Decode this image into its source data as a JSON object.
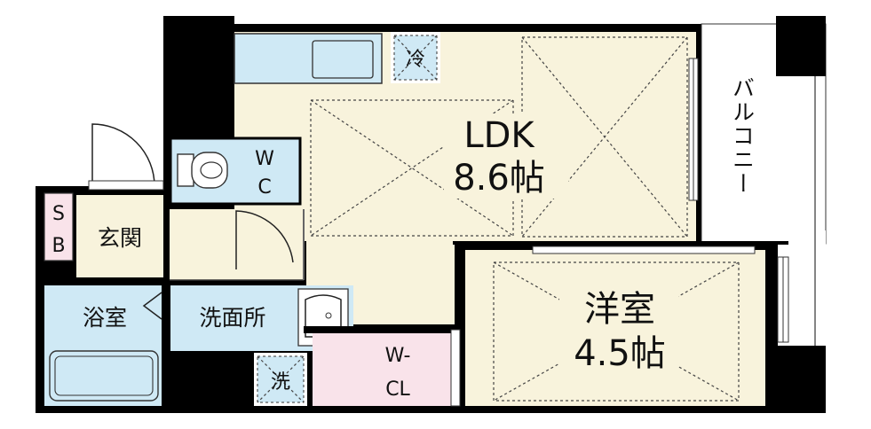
{
  "rooms": {
    "ldk": {
      "name": "LDK",
      "size": "8.6帖"
    },
    "western": {
      "name": "洋室",
      "size": "4.5帖"
    },
    "balcony": {
      "name": "バルコニー"
    },
    "wc": {
      "line1": "W",
      "line2": "C"
    },
    "entrance": {
      "name": "玄関"
    },
    "shoe_box": {
      "line1": "S",
      "line2": "B"
    },
    "bath": {
      "name": "浴室"
    },
    "washroom": {
      "name": "洗面所"
    },
    "wcl": {
      "line1": "W-",
      "line2": "CL"
    },
    "fridge": {
      "label": "冷"
    },
    "washer": {
      "label": "洗"
    }
  },
  "colors": {
    "floor": "#f8f3dc",
    "water": "#cfe9f5",
    "closet": "#f9e3ea",
    "wall": "#000000"
  }
}
